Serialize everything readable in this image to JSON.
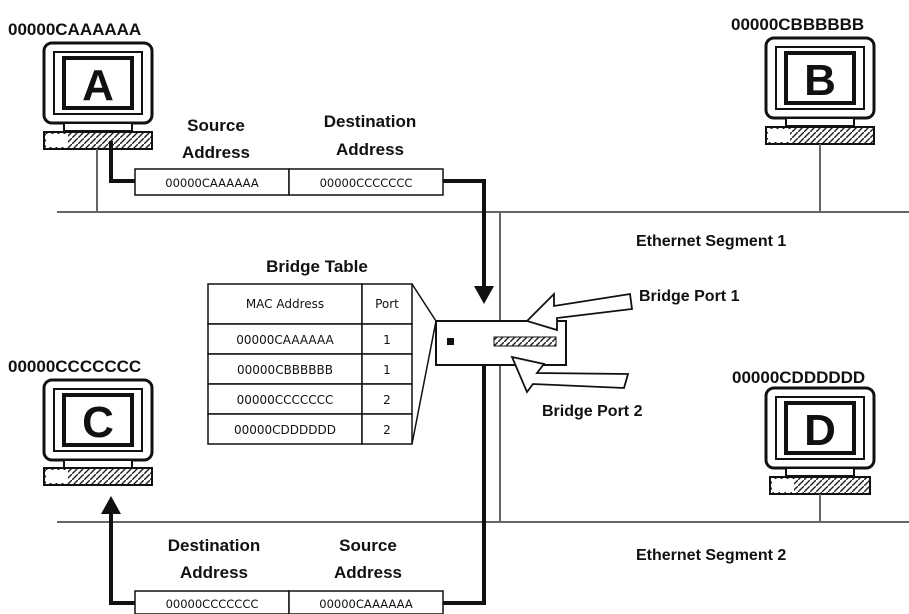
{
  "computers": [
    {
      "letter": "A",
      "mac": "00000CAAAAAA"
    },
    {
      "letter": "B",
      "mac": "00000CBBBBBB"
    },
    {
      "letter": "C",
      "mac": "00000CCCCCCC"
    },
    {
      "letter": "D",
      "mac": "00000CDDDDDD"
    }
  ],
  "segments": {
    "seg1": "Ethernet Segment 1",
    "seg2": "Ethernet Segment 2"
  },
  "bridge": {
    "port1": "Bridge Port 1",
    "port2": "Bridge Port 2"
  },
  "bridge_table": {
    "title": "Bridge Table",
    "headers": [
      "MAC Address",
      "Port"
    ],
    "rows": [
      [
        "00000CAAAAAA",
        "1"
      ],
      [
        "00000CBBBBBB",
        "1"
      ],
      [
        "00000CCCCCCC",
        "2"
      ],
      [
        "00000CDDDDDD",
        "2"
      ]
    ]
  },
  "frame_top": {
    "source_label": [
      "Source",
      "Address"
    ],
    "dest_label": [
      "Destination",
      "Address"
    ],
    "source_value": "00000CAAAAAA",
    "dest_value": "00000CCCCCCC"
  },
  "frame_bottom": {
    "dest_label": [
      "Destination",
      "Address"
    ],
    "source_label": [
      "Source",
      "Address"
    ],
    "dest_value": "00000CCCCCCC",
    "source_value": "00000CAAAAAA"
  }
}
